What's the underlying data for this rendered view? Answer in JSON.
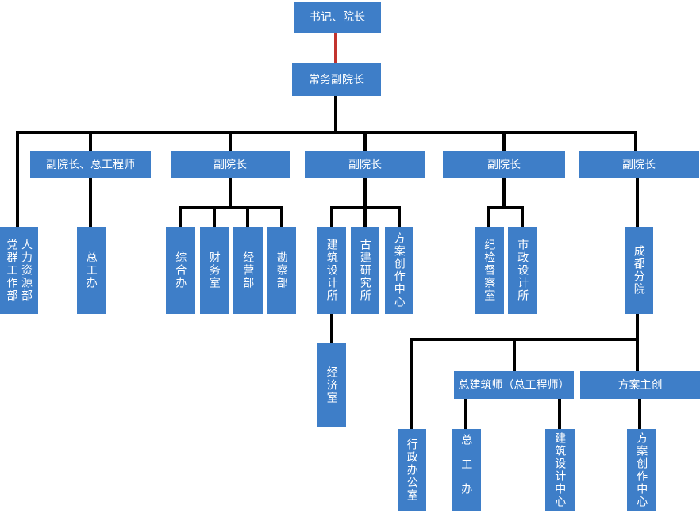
{
  "colors": {
    "node_fill": "#3E7EC8",
    "node_text": "#FFFFFF",
    "connector": "#000000",
    "connector_highlight": "#C2342E",
    "background": "#FFFFFF"
  },
  "org": {
    "root": {
      "label": "书记、院长"
    },
    "exec_vice": {
      "label": "常务副院长"
    },
    "vp_chief_engineer": {
      "label": "副院长、总工程师"
    },
    "vp2": {
      "label": "副院长"
    },
    "vp3": {
      "label": "副院长"
    },
    "vp4": {
      "label": "副院长"
    },
    "vp5": {
      "label": "副院长"
    },
    "party_mass_dept": {
      "label": "党群工作部"
    },
    "hr_dept": {
      "label": "人力资源部"
    },
    "chief_eng_office": {
      "label": "总工办"
    },
    "general_office": {
      "label": "综合办"
    },
    "finance_office": {
      "label": "财务室"
    },
    "operations_dept": {
      "label": "经营部"
    },
    "survey_dept": {
      "label": "勘察部"
    },
    "arch_design_institute": {
      "label": "建筑设计所"
    },
    "heritage_research_institute": {
      "label": "古建研究所"
    },
    "creative_center_1": {
      "label": "方案创作中心"
    },
    "economics_office": {
      "label": "经济室"
    },
    "discipline_inspection_office": {
      "label": "纪检督察室"
    },
    "municipal_design_institute": {
      "label": "市政设计所"
    },
    "chengdu_branch": {
      "label": "成都分院"
    },
    "chief_architect": {
      "label": "总建筑师（总工程师）"
    },
    "scheme_lead": {
      "label": "方案主创"
    },
    "admin_office": {
      "label": "行政办公室"
    },
    "chief_eng_office_2": {
      "label": "总工办"
    },
    "arch_design_center": {
      "label": "建筑设计中心"
    },
    "creative_center_2": {
      "label": "方案创作中心"
    }
  }
}
